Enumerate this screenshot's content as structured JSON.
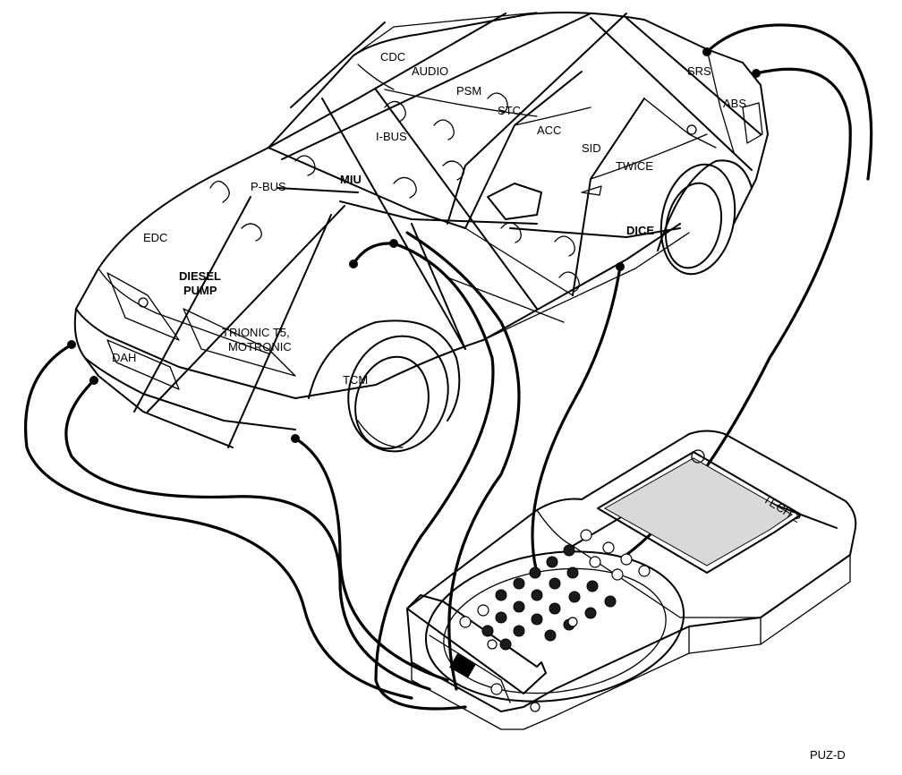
{
  "labels": {
    "cdc": "CDC",
    "audio": "AUDIO",
    "psm": "PSM",
    "stc": "STC",
    "acc": "ACC",
    "sid": "SID",
    "twice": "TWICE",
    "srs": "SRS",
    "abs": "ABS",
    "ibus": "I-BUS",
    "miu": "MIU",
    "pbus": "P-BUS",
    "edc": "EDC",
    "diesel": "DIESEL",
    "pump": "PUMP",
    "trionic": "TRIONIC  T5,",
    "motronic": "MOTRONIC",
    "dah": "DAH",
    "tcm": "TCM",
    "dice": "DICE"
  },
  "reference": "PUZ-D",
  "device_label": "TECH 2"
}
